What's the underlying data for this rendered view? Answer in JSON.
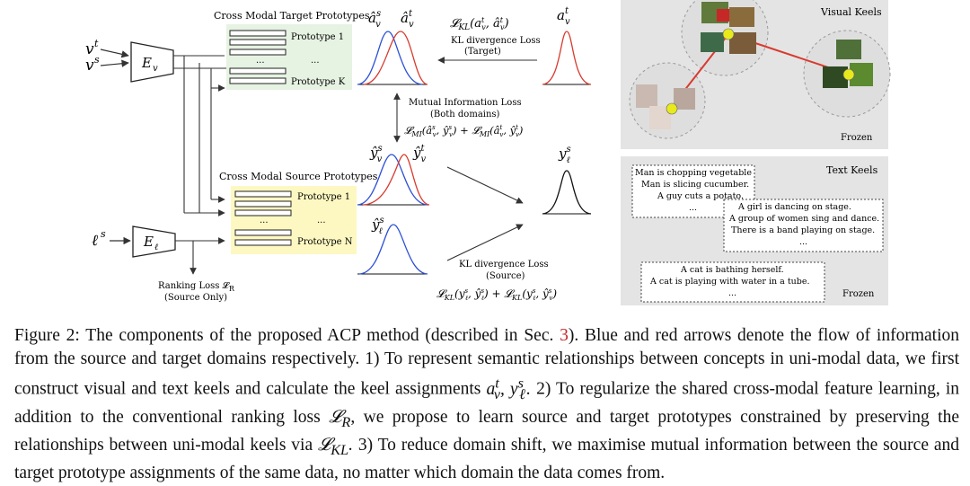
{
  "figure": {
    "inputs": {
      "vt": "v",
      "vt_sup": "t",
      "vs": "v",
      "vs_sup": "s",
      "ls": "ℓ",
      "ls_sup": "s"
    },
    "encoders": {
      "ev": "E",
      "ev_sub": "v",
      "el": "E",
      "el_sub": "ℓ"
    },
    "target_prototypes": {
      "title": "Cross Modal Target Prototypes",
      "first": "Prototype 1",
      "dots": "...",
      "last": "Prototype K"
    },
    "source_prototypes": {
      "title": "Cross Modal Source Prototypes",
      "first": "Prototype 1",
      "dots": "...",
      "last": "Prototype N"
    },
    "ranking_loss": {
      "line1": "Ranking Loss  𝓛",
      "sub": "R",
      "line2": "(Source Only)"
    },
    "kl_target": {
      "formula": "𝓛",
      "line1": "KL divergence Loss",
      "line2": "(Target)"
    },
    "mutual_info": {
      "line1": "Mutual Information Loss",
      "line2": "(Both domains)"
    },
    "kl_source": {
      "line1": "KL divergence Loss",
      "line2": "(Source)"
    },
    "dist_labels": {
      "a_hat_vs": "â",
      "a_hat_vt": "â",
      "a_vt": "a",
      "y_hat_vs": "ŷ",
      "y_hat_vt": "ŷ",
      "y_hat_ls": "ŷ",
      "y_ls": "y"
    },
    "visual_keels": {
      "title": "Visual Keels",
      "frozen": "Frozen"
    },
    "text_keels": {
      "title": "Text Keels",
      "frozen": "Frozen",
      "box1": [
        "Man is chopping vegetable",
        "Man is slicing cucumber.",
        "A guy cuts a potato.",
        "..."
      ],
      "box2": [
        "A girl is dancing on stage.",
        "A group of women sing and dance.",
        "There is a band playing on stage.",
        "..."
      ],
      "box3": [
        "A cat is bathing herself.",
        "A cat is playing with water in a tube.",
        "..."
      ]
    },
    "colors": {
      "blue": "#2b4fd6",
      "red": "#d83a2e",
      "yellow_panel": "#fdf8c2",
      "green_panel": "#e6f2e2",
      "keel_panel": "#e4e4e4",
      "keel_dot": "#e8ea1c"
    }
  },
  "caption": {
    "label": "Figure 2:",
    "s1a": "The components of the proposed ACP method (described in Sec.",
    "s1ref": "3",
    "s1b": ").  Blue and red arrows denote the flow of information from the source and target domains respectively.  1) To represent semantic relationships between concepts in uni-modal data, we first construct visual and text keels and calculate the keel assignments",
    "s2": "2) To regularize the shared cross-modal feature learning, in addition to the conventional ranking loss",
    "s2b": ", we propose to learn source and target prototypes constrained by preserving the relationships between uni-modal keels via",
    "s3": "3) To reduce domain shift, we maximise mutual information between the source and target prototype assignments of the same data, no matter which domain the data comes from."
  }
}
